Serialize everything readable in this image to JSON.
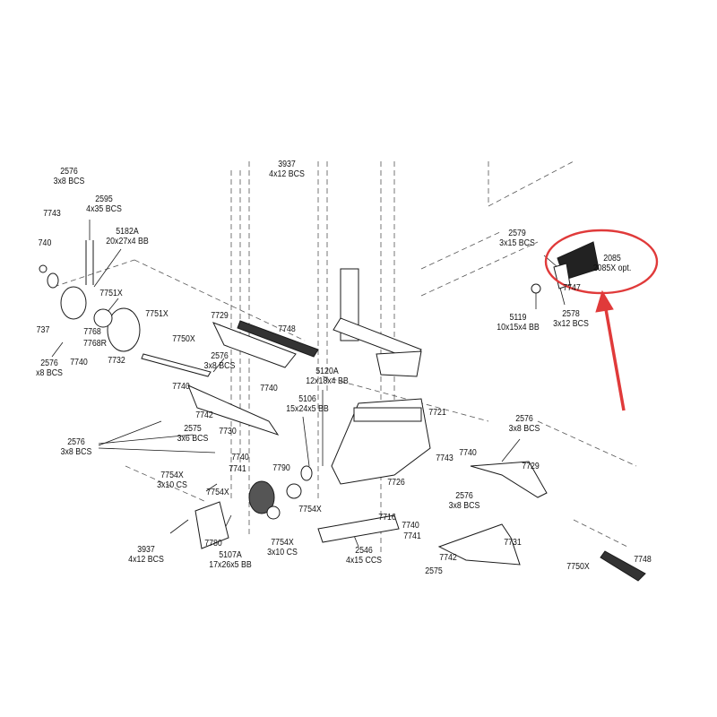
{
  "callouts": [
    {
      "id": "c-2576-a",
      "part": "2576",
      "spec": "3x8 BCS"
    },
    {
      "id": "c-2595",
      "part": "2595",
      "spec": "4x35 BCS"
    },
    {
      "id": "c-7743-a",
      "part": "7743",
      "spec": ""
    },
    {
      "id": "c-740-a",
      "part": "740",
      "spec": ""
    },
    {
      "id": "c-5182a",
      "part": "5182A",
      "spec": "20x27x4 BB"
    },
    {
      "id": "c-7751x-a",
      "part": "7751X",
      "spec": ""
    },
    {
      "id": "c-737",
      "part": "737",
      "spec": ""
    },
    {
      "id": "c-7768",
      "part": "7768",
      "spec": ""
    },
    {
      "id": "c-7768r",
      "part": "7768R",
      "spec": ""
    },
    {
      "id": "c-2576-b",
      "part": "2576",
      "spec": "x8 BCS"
    },
    {
      "id": "c-7740-a",
      "part": "7740",
      "spec": ""
    },
    {
      "id": "c-7732",
      "part": "7732",
      "spec": ""
    },
    {
      "id": "c-7751x-b",
      "part": "7751X",
      "spec": ""
    },
    {
      "id": "c-7750x-a",
      "part": "7750X",
      "spec": ""
    },
    {
      "id": "c-7729-a",
      "part": "7729",
      "spec": ""
    },
    {
      "id": "c-7748-a",
      "part": "7748",
      "spec": ""
    },
    {
      "id": "c-2576-c",
      "part": "2576",
      "spec": "3x8 BCS"
    },
    {
      "id": "c-7740-b",
      "part": "7740",
      "spec": ""
    },
    {
      "id": "c-7740-c",
      "part": "7740",
      "spec": ""
    },
    {
      "id": "c-7742-a",
      "part": "7742",
      "spec": ""
    },
    {
      "id": "c-2575",
      "part": "2575",
      "spec": "3x6 BCS"
    },
    {
      "id": "c-7730",
      "part": "7730",
      "spec": ""
    },
    {
      "id": "c-2576-d",
      "part": "2576",
      "spec": "3x8 BCS"
    },
    {
      "id": "c-3937-top",
      "part": "3937",
      "spec": "4x12 BCS"
    },
    {
      "id": "c-5120a",
      "part": "5120A",
      "spec": "12x18x4 BB"
    },
    {
      "id": "c-5106",
      "part": "5106",
      "spec": "15x24x5 BB"
    },
    {
      "id": "c-7721",
      "part": "7721",
      "spec": ""
    },
    {
      "id": "c-2579",
      "part": "2579",
      "spec": "3x15 BCS"
    },
    {
      "id": "c-2085",
      "part": "2085",
      "spec": "2085X opt."
    },
    {
      "id": "c-7747",
      "part": "7747",
      "spec": ""
    },
    {
      "id": "c-5119",
      "part": "5119",
      "spec": "10x15x4 BB"
    },
    {
      "id": "c-2578",
      "part": "2578",
      "spec": "3x12 BCS"
    },
    {
      "id": "c-2576-e",
      "part": "2576",
      "spec": "3x8 BCS"
    },
    {
      "id": "c-7740-d",
      "part": "7740",
      "spec": ""
    },
    {
      "id": "c-7743-b",
      "part": "7743",
      "spec": ""
    },
    {
      "id": "c-7729-b",
      "part": "7729",
      "spec": ""
    },
    {
      "id": "c-2576-f",
      "part": "2576",
      "spec": "3x8 BCS"
    },
    {
      "id": "c-7740-e",
      "part": "7740",
      "spec": ""
    },
    {
      "id": "c-7741-a",
      "part": "7741",
      "spec": ""
    },
    {
      "id": "c-7754x-a",
      "part": "7754X",
      "spec": "3x10 CS"
    },
    {
      "id": "c-7754x-b",
      "part": "7754X",
      "spec": ""
    },
    {
      "id": "c-7790",
      "part": "7790",
      "spec": ""
    },
    {
      "id": "c-7726",
      "part": "7726",
      "spec": ""
    },
    {
      "id": "c-7754x-c",
      "part": "7754X",
      "spec": ""
    },
    {
      "id": "c-7716",
      "part": "7716",
      "spec": ""
    },
    {
      "id": "c-7740-f",
      "part": "7740",
      "spec": ""
    },
    {
      "id": "c-7741-b",
      "part": "7741",
      "spec": ""
    },
    {
      "id": "c-7731",
      "part": "7731",
      "spec": ""
    },
    {
      "id": "c-3937-bot",
      "part": "3937",
      "spec": "4x12 BCS"
    },
    {
      "id": "c-7780",
      "part": "7780",
      "spec": ""
    },
    {
      "id": "c-5107a",
      "part": "5107A",
      "spec": "17x26x5 BB"
    },
    {
      "id": "c-7754x-d",
      "part": "7754X",
      "spec": "3x10 CS"
    },
    {
      "id": "c-2546",
      "part": "2546",
      "spec": "4x15 CCS"
    },
    {
      "id": "c-7742-b",
      "part": "7742",
      "spec": ""
    },
    {
      "id": "c-2575-b",
      "part": "2575",
      "spec": ""
    },
    {
      "id": "c-7750x-b",
      "part": "7750X",
      "spec": ""
    },
    {
      "id": "c-7748-b",
      "part": "7748",
      "spec": ""
    }
  ],
  "colors": {
    "ink": "#1a1a1a",
    "highlight": "#e03a3a",
    "guide": "#555555"
  }
}
